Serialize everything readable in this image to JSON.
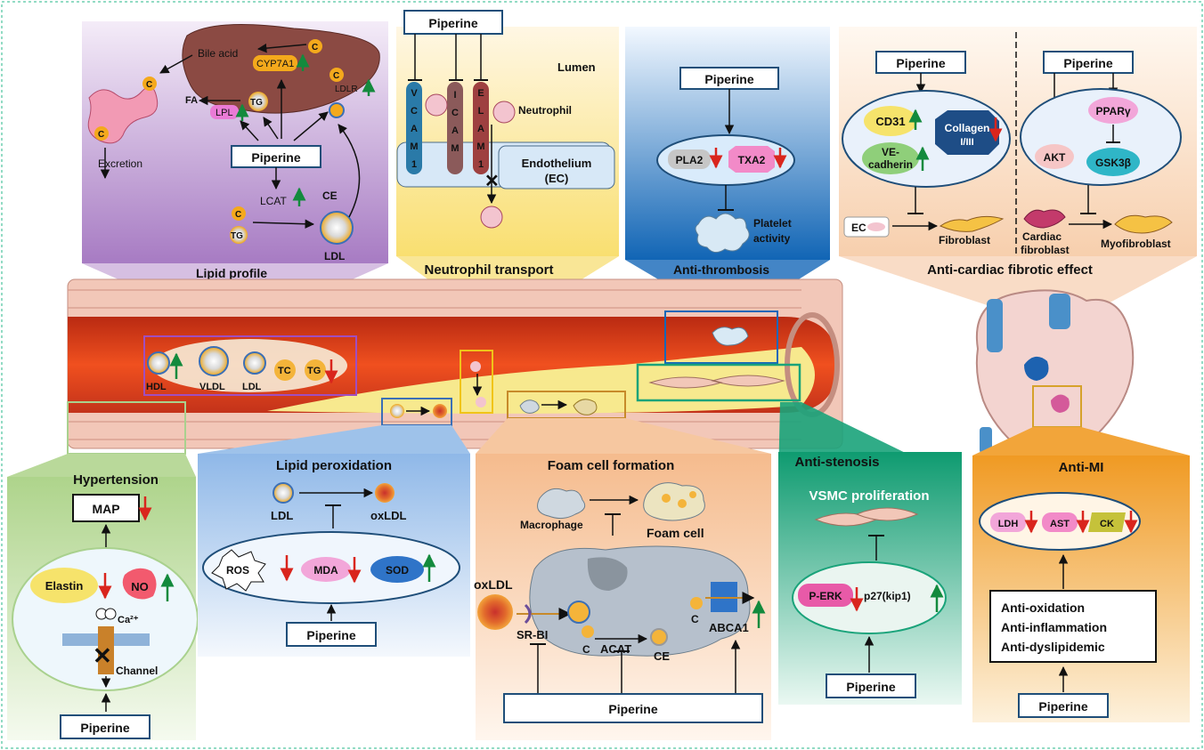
{
  "colors": {
    "red_arrow": "#d9251d",
    "green_arrow": "#138a3d",
    "piperine_border": "#1f4e79",
    "lipid_panel": "#b58acb",
    "neutrophil_panel": "#f6dc6a",
    "thrombosis_panel": "#1467b8",
    "fibrosis_panel": "#f6c9a8",
    "hypertension_panel": "#b9d99a",
    "peroxidation_panel": "#9ec2ea",
    "foam_panel": "#f6c7a0",
    "stenosis_panel": "#1aa37a",
    "mi_panel": "#f2a53a",
    "vessel_red": "#e43d1c",
    "plaque_yellow": "#f7e98e"
  },
  "drug": "Piperine",
  "lipid": {
    "title": "Lipid profile",
    "bile_acid": "Bile acid",
    "cyp7a1": "CYP7A1",
    "fa": "FA",
    "lpl": "LPL",
    "tg": "TG",
    "c": "C",
    "ldlr": "LDLR",
    "excretion": "Excretion",
    "lcat": "LCAT",
    "ce": "CE",
    "ldl": "LDL"
  },
  "neutrophil": {
    "title": "Neutrophil transport",
    "lumen": "Lumen",
    "neutrophil": "Neutrophil",
    "endothelium": "Endothelium",
    "ec": "(EC)",
    "vcam": [
      "V",
      "C",
      "A",
      "M",
      "1"
    ],
    "icam": [
      "I",
      "C",
      "A",
      "M"
    ],
    "elam": [
      "E",
      "L",
      "A",
      "M",
      "1"
    ]
  },
  "thrombosis": {
    "title": "Anti-thrombosis",
    "pla2": "PLA2",
    "txa2": "TXA2",
    "platelet1": "Platelet",
    "platelet2": "activity"
  },
  "fibrosis": {
    "title": "Anti-cardiac fibrotic effect",
    "cd31": "CD31",
    "ve1": "VE-",
    "ve2": "cadherin",
    "collagen1": "Collagen",
    "collagen2": "I/III",
    "ec": "EC",
    "fibroblast": "Fibroblast",
    "ppar": "PPARγ",
    "akt": "AKT",
    "gsk": "GSK3β",
    "cardiac1": "Cardiac",
    "cardiac2": "fibroblast",
    "myofibroblast": "Myofibroblast"
  },
  "vessel": {
    "hdl": "HDL",
    "vldl": "VLDL",
    "ldl": "LDL",
    "tc": "TC",
    "tg": "TG"
  },
  "hypertension": {
    "title": "Hypertension",
    "map": "MAP",
    "elastin": "Elastin",
    "no": "NO",
    "ca": "Ca²⁺",
    "channel": "Channel"
  },
  "peroxidation": {
    "title": "Lipid peroxidation",
    "ldl": "LDL",
    "oxldl": "oxLDL",
    "ros": "ROS",
    "mda": "MDA",
    "sod": "SOD"
  },
  "foam": {
    "title": "Foam cell formation",
    "macrophage": "Macrophage",
    "foam_cell": "Foam cell",
    "oxldl": "oxLDL",
    "srbi": "SR-BI",
    "c": "C",
    "acat": "ACAT",
    "ce": "CE",
    "abca1": "ABCA1"
  },
  "stenosis": {
    "title": "Anti-stenosis",
    "vsmc": "VSMC proliferation",
    "perk": "P-ERK",
    "p27": "p27(kip1)"
  },
  "mi": {
    "title": "Anti-MI",
    "ldh": "LDH",
    "ast": "AST",
    "ck": "CK",
    "l1": "Anti-oxidation",
    "l2": "Anti-inflammation",
    "l3": "Anti-dyslipidemic"
  }
}
